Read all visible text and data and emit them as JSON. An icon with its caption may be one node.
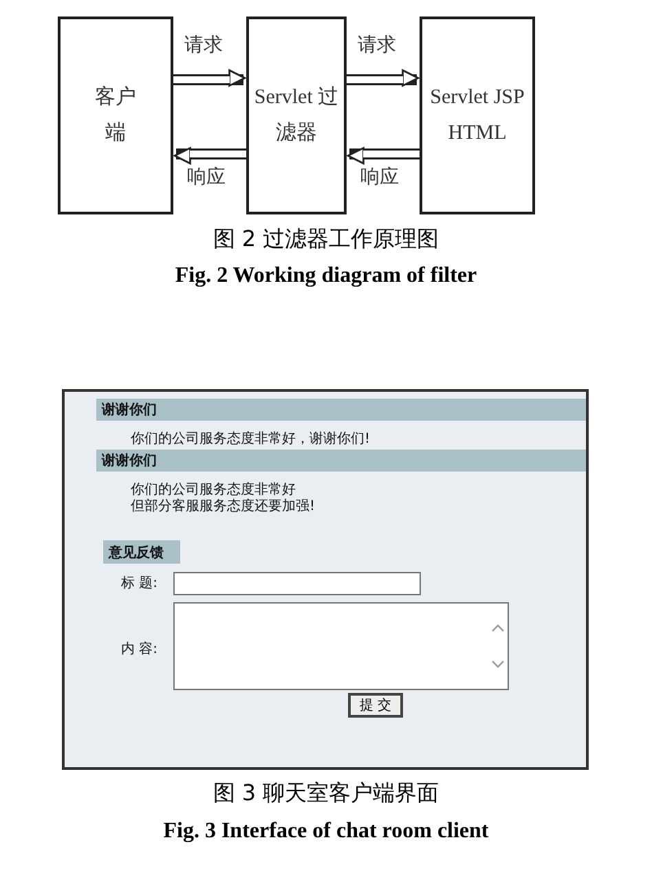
{
  "diagram": {
    "nodes": [
      {
        "text": [
          "客户端"
        ]
      },
      {
        "text": [
          "Servlet 过滤器"
        ]
      },
      {
        "text": [
          "Servlet JSP HTML"
        ]
      }
    ],
    "edges": [
      {
        "from": 0,
        "to": 1,
        "arrow": "to",
        "label": "请求"
      },
      {
        "from": 1,
        "to": 2,
        "arrow": "to",
        "label": "请求"
      },
      {
        "from": 1,
        "to": 0,
        "arrow": "to",
        "label": "响应"
      },
      {
        "from": 2,
        "to": 1,
        "arrow": "to",
        "label": "响应"
      }
    ],
    "labels": [
      "图 2 过滤器工作原理图",
      "Fig. 2 Working diagram of filter",
      "谢谢你们",
      "你们的公司服务态度非常好，谢谢你们!",
      "谢谢你们",
      "你们的公司服务态度非常好",
      "但部分客服服务态度还要加强!",
      "意见反馈",
      "标 题:",
      "内 容:",
      "提 交",
      "图 3 聊天室客户端界面",
      "Fig. 3 Interface of chat room client"
    ]
  }
}
